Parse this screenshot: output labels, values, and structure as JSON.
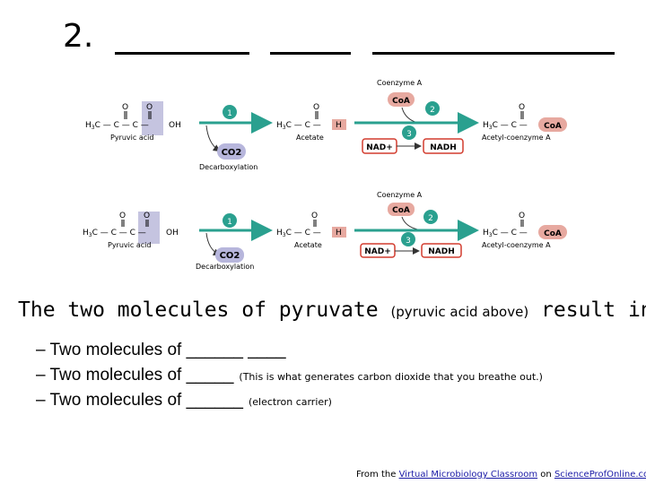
{
  "title": {
    "number": "2.",
    "blanks": [
      "______",
      "____",
      "___________"
    ]
  },
  "diagram": {
    "top": {
      "pyruvic_label": "Pyruvic acid",
      "step1": "1",
      "co2": "CO2",
      "decarboxylation": "Decarboxylation",
      "acetate_label": "Acetate",
      "coenzyme_label": "Coenzyme A",
      "coa": "CoA",
      "step2": "2",
      "step3": "3",
      "nad": "NAD+",
      "nadh": "NADH",
      "acetyl_label": "Acetyl-coenzyme A",
      "oh": "OH",
      "h": "H"
    },
    "bottom": {
      "pyruvic_label": "Pyruvic acid",
      "step1": "1",
      "co2": "CO2",
      "decarboxylation": "Decarboxylation",
      "acetate_label": "Acetate",
      "coenzyme_label": "Coenzyme A",
      "coa": "CoA",
      "step2": "2",
      "step3": "3",
      "nad": "NAD+",
      "nadh": "NADH",
      "acetyl_label": "Acetyl-coenzyme A",
      "oh": "OH",
      "h": "H"
    },
    "colors": {
      "step_circle": "#2aa08f",
      "arrow": "#2aa08f",
      "co2_fill": "#b7b6dc",
      "coa_fill": "#e7a9a0",
      "nad_border": "#d23c2e",
      "pyruvate_highlight": "#c5c4e0"
    }
  },
  "statement": {
    "main": "The two molecules of pyruvate",
    "paren": "(pyruvic acid above)",
    "tail": "result in:"
  },
  "bullets": [
    {
      "text": "– Two molecules of ______ ____",
      "note": ""
    },
    {
      "text": "– Two molecules of _____",
      "note": "(This is what generates carbon dioxide that you breathe out.)"
    },
    {
      "text": "– Two molecules of ______",
      "note": "(electron carrier)"
    }
  ],
  "credit": {
    "prefix": "From the",
    "link1": "Virtual Microbiology Classroom",
    "middle": "on",
    "link2": "ScienceProfOnline.com"
  }
}
